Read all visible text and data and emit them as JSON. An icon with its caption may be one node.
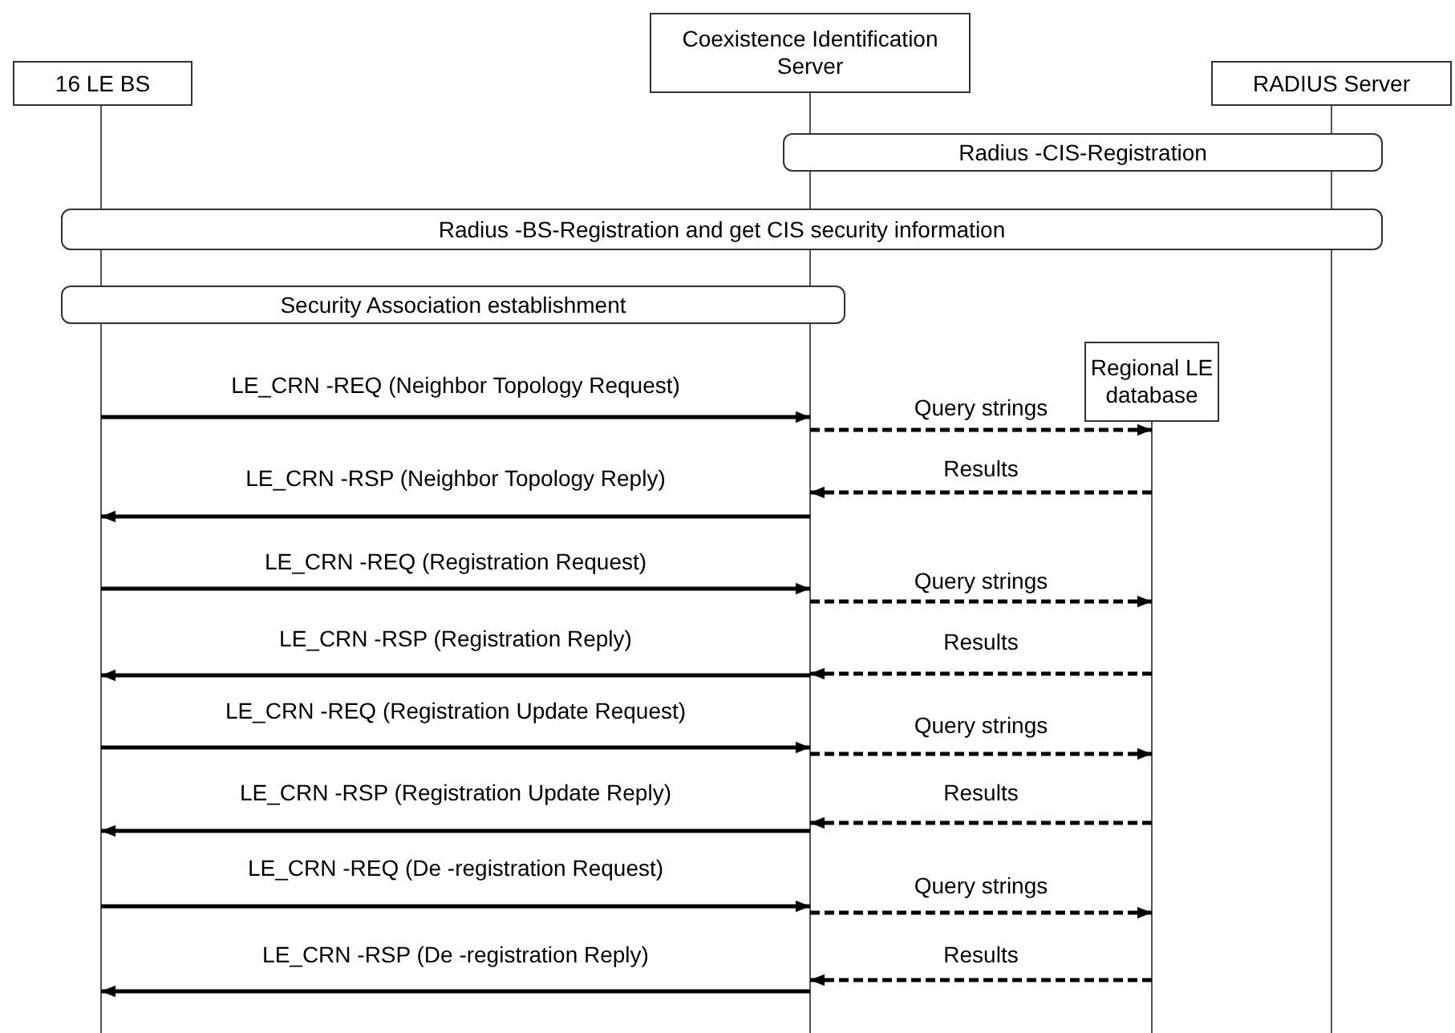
{
  "diagram": {
    "nodes": [
      {
        "text": [
          "16 LE BS"
        ]
      },
      {
        "text": [
          "Coexistence Identification Server"
        ]
      },
      {
        "text": [
          "RADIUS Server"
        ]
      },
      {
        "text": [
          "Radius -CIS-Registration"
        ]
      },
      {
        "text": [
          "Radius -BS-Registration and get CIS security information"
        ]
      },
      {
        "text": [
          "Security Association establishment"
        ]
      },
      {
        "text": [
          "Regional LE database"
        ]
      }
    ],
    "edges": [
      {
        "from": 0,
        "to": 1,
        "label": "LE_CRN -REQ (Neighbor Topology Request)",
        "arrow": "to"
      },
      {
        "from": 1,
        "to": 6,
        "label": "Query strings",
        "arrow": "to",
        "style": "dashed"
      },
      {
        "from": 6,
        "to": 1,
        "label": "Results",
        "arrow": "to",
        "style": "dashed"
      },
      {
        "from": 1,
        "to": 0,
        "label": "LE_CRN -RSP (Neighbor Topology Reply)",
        "arrow": "to"
      },
      {
        "from": 0,
        "to": 1,
        "label": "LE_CRN -REQ (Registration Request)",
        "arrow": "to"
      },
      {
        "from": 1,
        "to": 6,
        "label": "Query strings",
        "arrow": "to",
        "style": "dashed"
      },
      {
        "from": 6,
        "to": 1,
        "label": "Results",
        "arrow": "to",
        "style": "dashed"
      },
      {
        "from": 1,
        "to": 0,
        "label": "LE_CRN -RSP (Registration Reply)",
        "arrow": "to"
      },
      {
        "from": 0,
        "to": 1,
        "label": "LE_CRN -REQ (Registration Update Request)",
        "arrow": "to"
      },
      {
        "from": 1,
        "to": 6,
        "label": "Query strings",
        "arrow": "to",
        "style": "dashed"
      },
      {
        "from": 6,
        "to": 1,
        "label": "Results",
        "arrow": "to",
        "style": "dashed"
      },
      {
        "from": 1,
        "to": 0,
        "label": "LE_CRN -RSP (Registration Update Reply)",
        "arrow": "to"
      },
      {
        "from": 0,
        "to": 1,
        "label": "LE_CRN -REQ (De -registration Request)",
        "arrow": "to"
      },
      {
        "from": 1,
        "to": 6,
        "label": "Query strings",
        "arrow": "to",
        "style": "dashed"
      },
      {
        "from": 6,
        "to": 1,
        "label": "Results",
        "arrow": "to",
        "style": "dashed"
      },
      {
        "from": 1,
        "to": 0,
        "label": "LE_CRN -RSP (De -registration Reply)",
        "arrow": "to"
      }
    ]
  }
}
